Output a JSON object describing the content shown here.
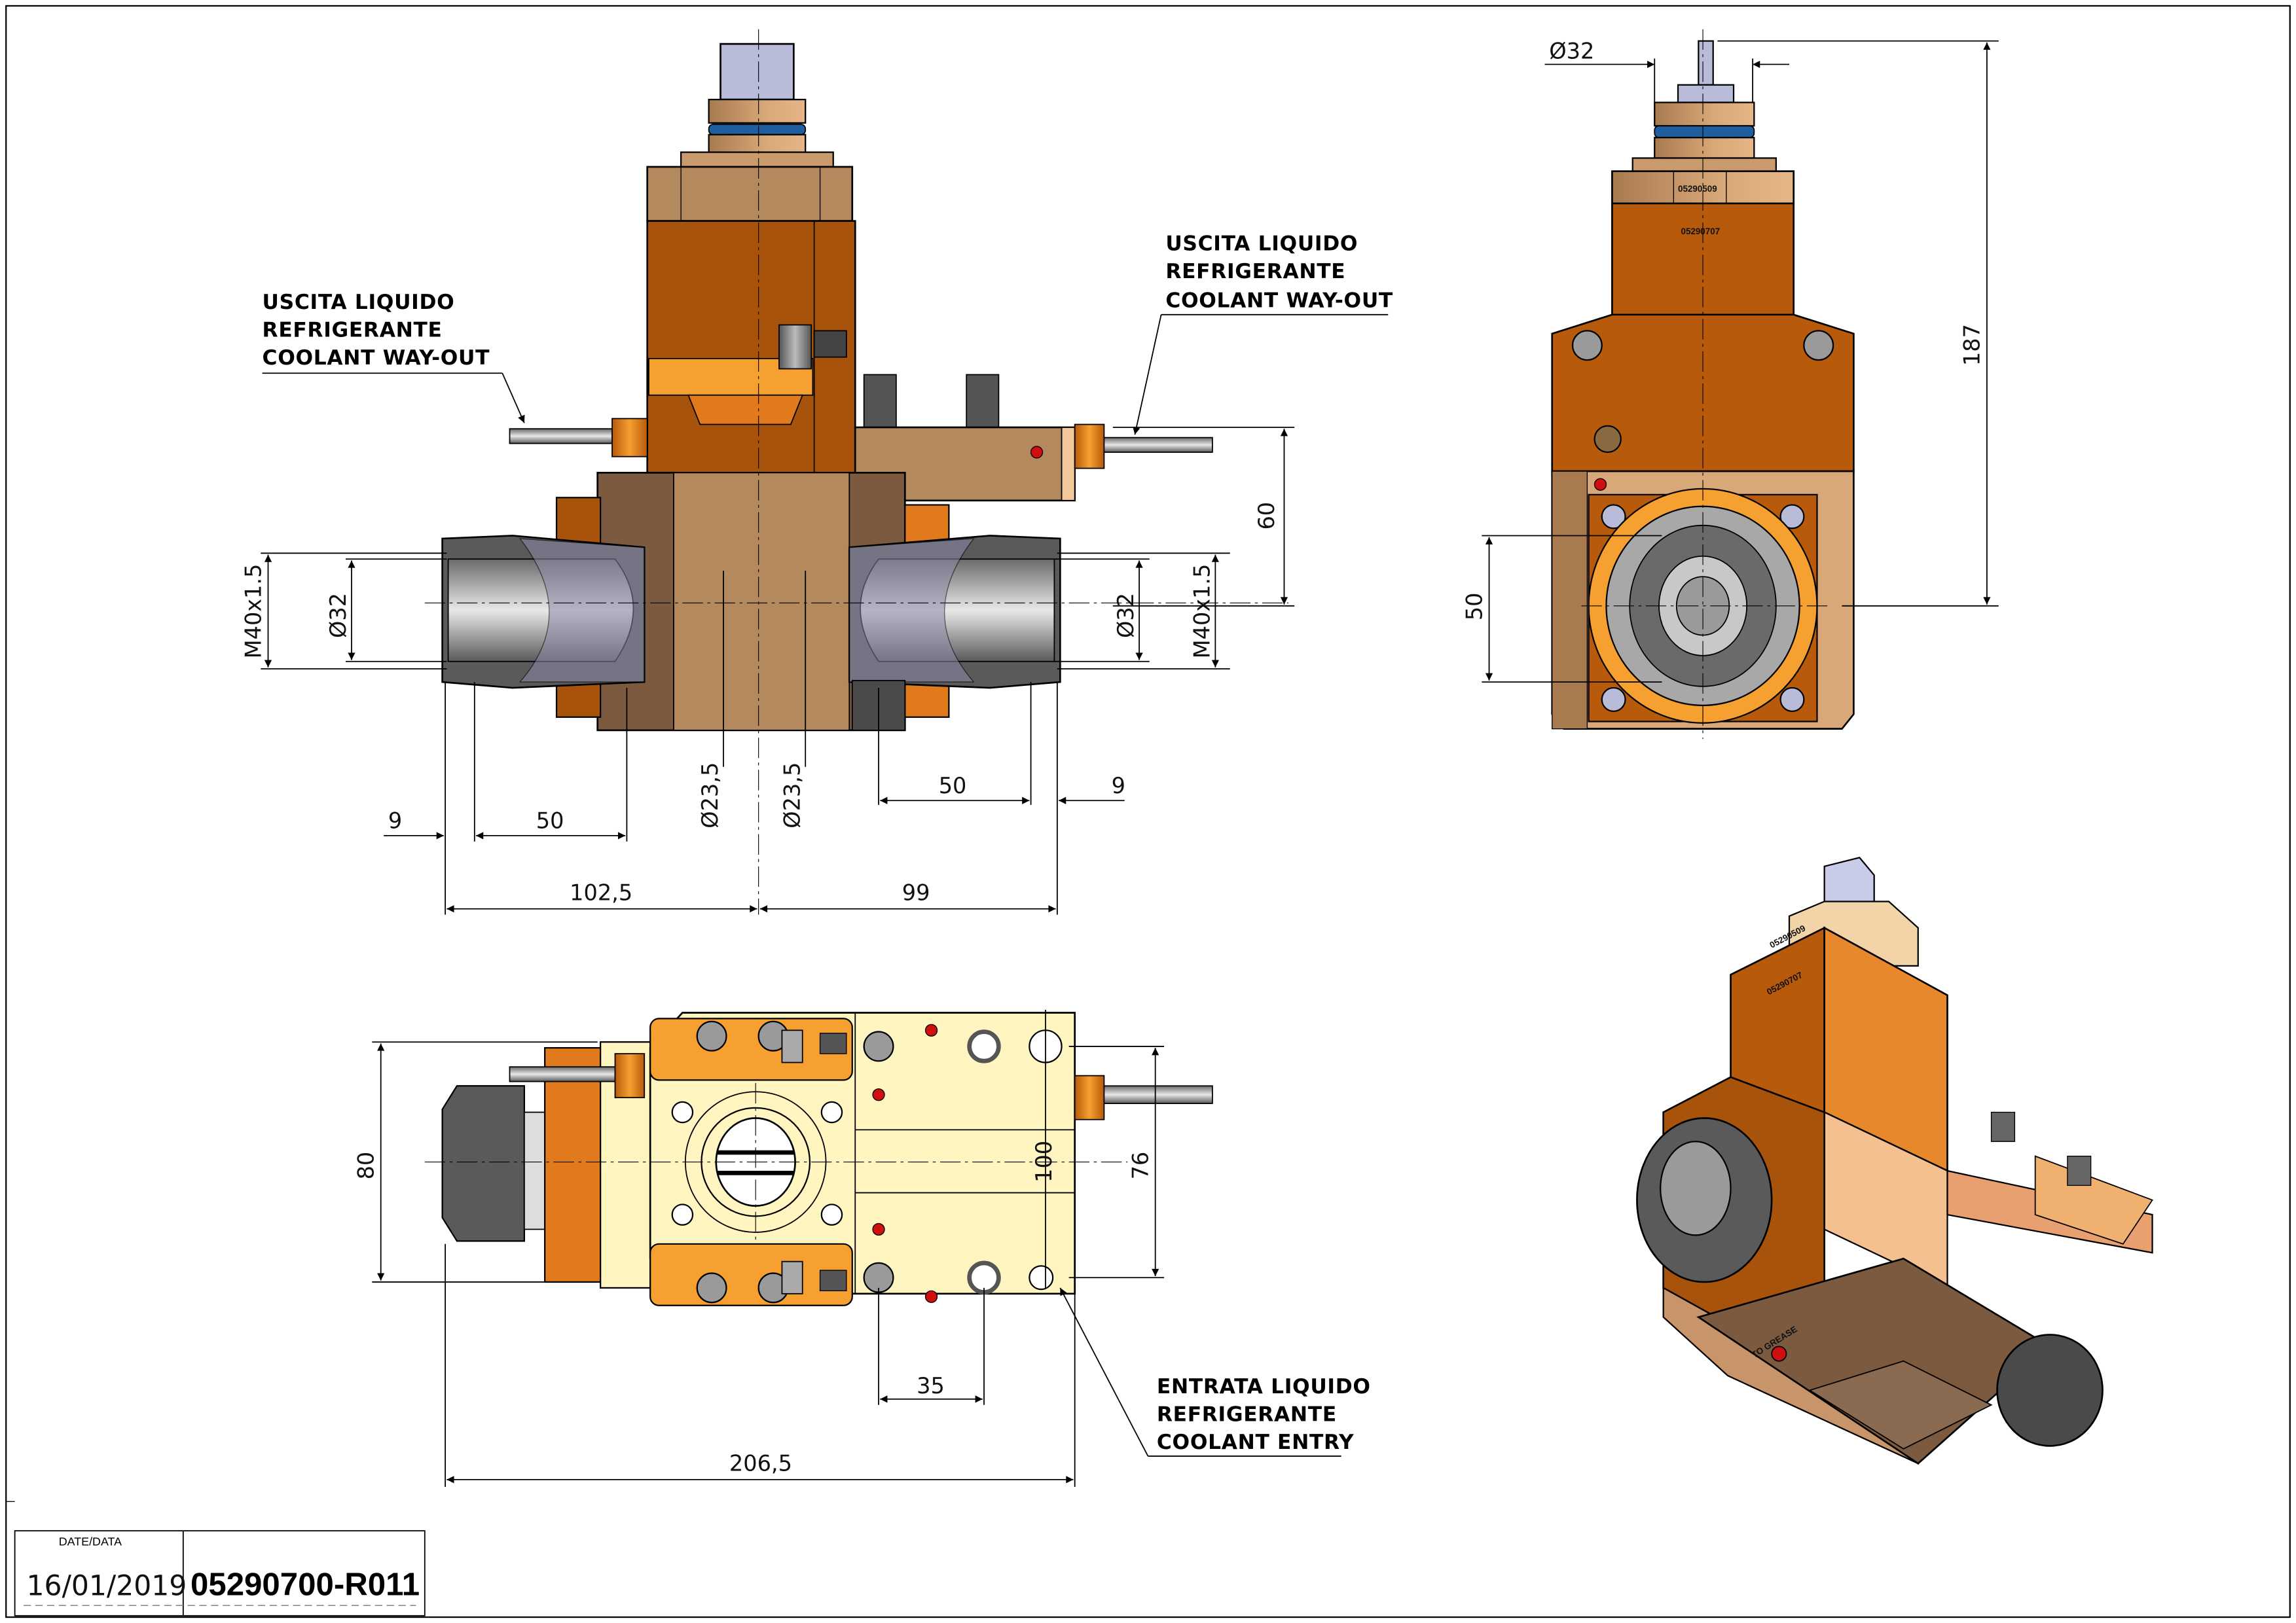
{
  "title_block": {
    "date_label": "DATE/DATA",
    "date_value": "16/01/2019",
    "drawing_code": "05290700-R011"
  },
  "notes": {
    "coolant_out_left": [
      "USCITA LIQUIDO",
      "REFRIGERANTE",
      "COOLANT WAY-OUT"
    ],
    "coolant_out_right": [
      "USCITA LIQUIDO",
      "REFRIGERANTE",
      "COOLANT WAY-OUT"
    ],
    "coolant_entry": [
      "ENTRATA LIQUIDO",
      "REFRIGERANTE",
      "COOLANT ENTRY"
    ]
  },
  "front_view": {
    "thread_left": "M40x1.5",
    "dia_left": "Ø32",
    "thread_right": "M40x1.5",
    "dia_right": "Ø32",
    "dia_bore_left": "Ø23,5",
    "dia_bore_right": "Ø23,5",
    "height_60": "60",
    "left_9": "9",
    "left_50": "50",
    "right_50": "50",
    "right_9": "9",
    "left_total": "102,5",
    "right_total": "99"
  },
  "side_view": {
    "shank_dia": "Ø32",
    "height_187": "187",
    "offset_50": "50",
    "part_mark_top": "05290509",
    "part_mark_body": "05290707"
  },
  "bottom_view": {
    "width_80": "80",
    "spacing_100": "100",
    "spacing_76": "76",
    "spacing_35": "35",
    "overall_length": "206,5"
  },
  "iso_view": {
    "grease_label": "TO GREASE",
    "part_mark_top": "05290509",
    "part_mark_body": "05290707"
  },
  "colors": {
    "dark_orange": "#A8530C",
    "orange": "#E07A1C",
    "bright_orange": "#F5A030",
    "tan": "#B4895E",
    "light_tan": "#D9A878",
    "cream": "#FFF5C0",
    "steel": "#9A9A9A",
    "dark_steel": "#5A5A5A",
    "blue_gray": "#B8BCD8",
    "oring_blue": "#1F5FA0",
    "red_plug": "#D01010",
    "brown_base": "#7B5A40"
  }
}
